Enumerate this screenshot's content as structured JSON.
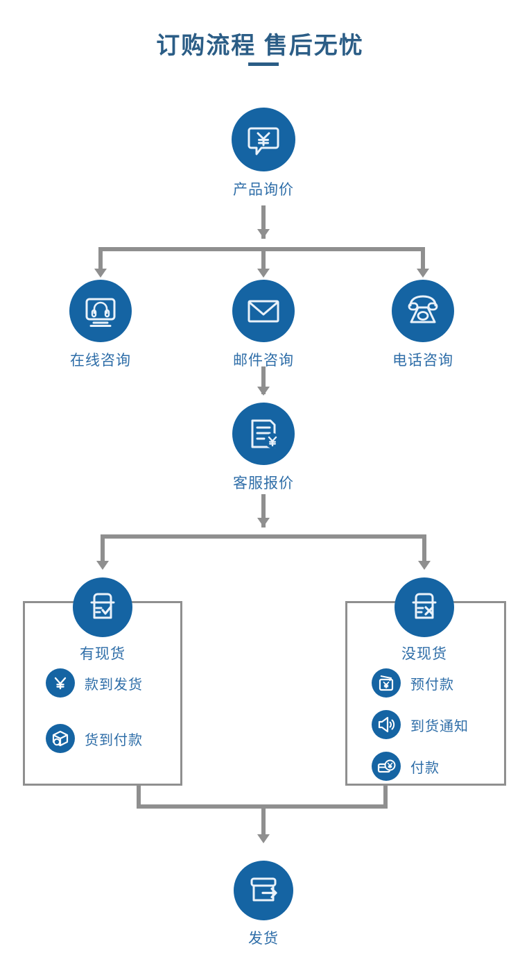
{
  "header": {
    "title": "订购流程  售后无忧",
    "accent_color": "#2b5d86"
  },
  "theme": {
    "brand_blue": "#1564a3",
    "label_blue": "#2f6ea8",
    "connector_gray": "#8f8f8f",
    "background": "#ffffff"
  },
  "flow": {
    "start": {
      "label": "产品询价",
      "icon": "speech-bubble-yen-icon"
    },
    "contact_options": [
      {
        "label": "在线咨询",
        "icon": "monitor-headset-icon"
      },
      {
        "label": "邮件咨询",
        "icon": "envelope-icon"
      },
      {
        "label": "电话咨询",
        "icon": "telephone-icon"
      }
    ],
    "quote": {
      "label": "客服报价",
      "icon": "document-yen-icon"
    },
    "stock_branches": [
      {
        "label": "有现货",
        "icon": "box-check-icon",
        "options": [
          {
            "label": "款到发货",
            "icon": "yen-circle-icon"
          },
          {
            "label": "货到付款",
            "icon": "cube-box-icon"
          }
        ]
      },
      {
        "label": "没现货",
        "icon": "box-cross-icon",
        "options": [
          {
            "label": "预付款",
            "icon": "wallet-yen-icon"
          },
          {
            "label": "到货通知",
            "icon": "speaker-announce-icon"
          },
          {
            "label": "付款",
            "icon": "card-yen-icon"
          }
        ]
      }
    ],
    "end": {
      "label": "发货",
      "icon": "box-arrow-out-icon"
    }
  }
}
